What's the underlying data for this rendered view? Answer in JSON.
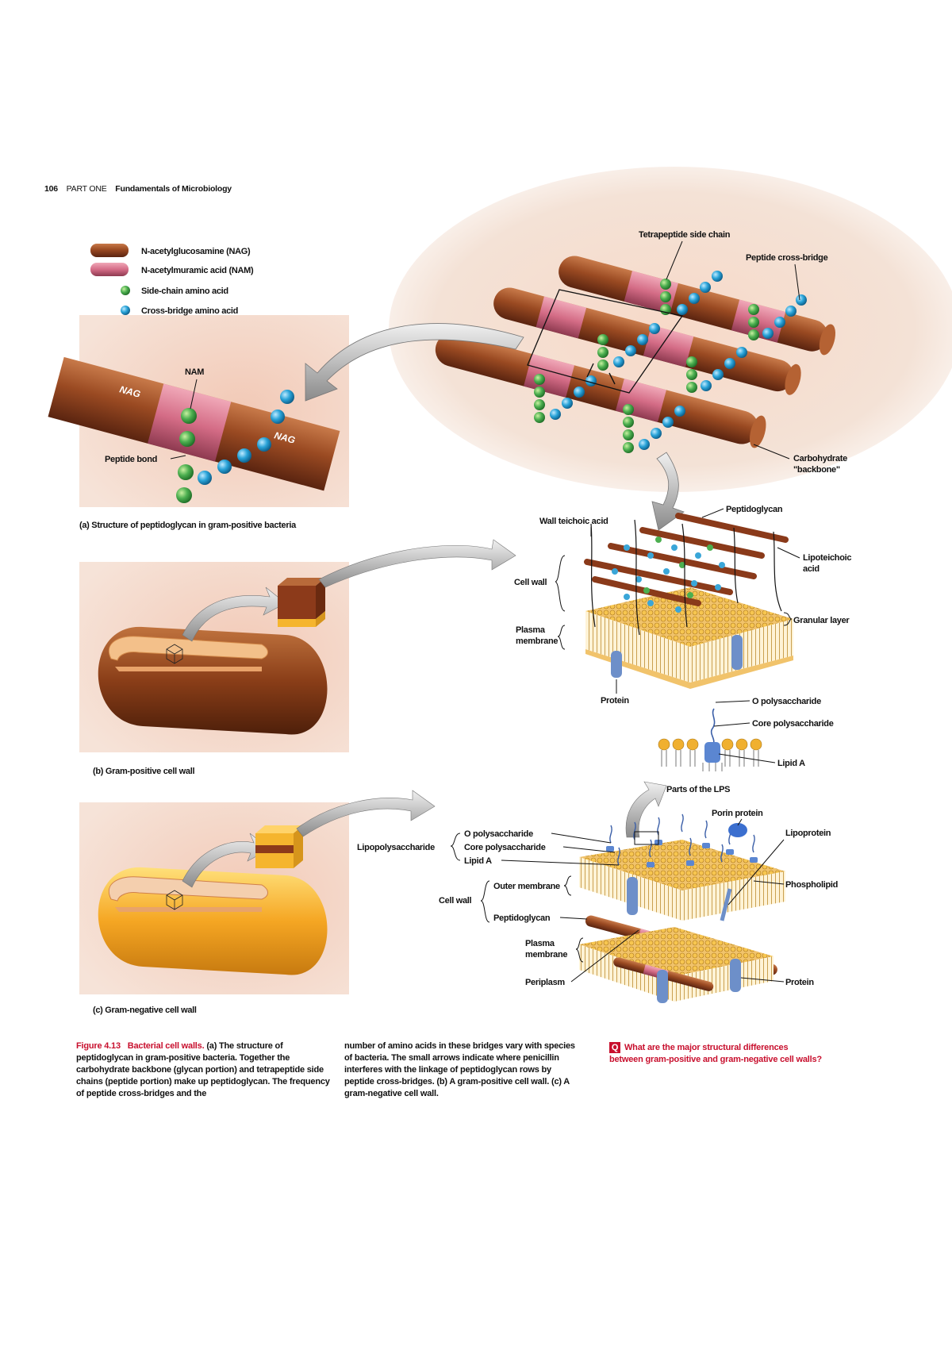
{
  "header": {
    "page_number": "106",
    "part": "PART ONE",
    "book_title": "Fundamentals of Microbiology"
  },
  "legend": [
    {
      "label": "N-acetylglucosamine (NAG)",
      "color": "#a0522d"
    },
    {
      "label": "N-acetylmuramic acid (NAM)",
      "color": "#d9708a"
    },
    {
      "label": "Side-chain amino acid",
      "color": "#4caf50"
    },
    {
      "label": "Cross-bridge amino acid",
      "color": "#29a3d8"
    }
  ],
  "panel_a": {
    "nam_label": "NAM",
    "nag_left": "NAG",
    "nag_right": "NAG",
    "peptide_bond": "Peptide bond",
    "caption": "(a) Structure of peptidoglycan in gram-positive bacteria"
  },
  "panel_top": {
    "tetrapeptide": "Tetrapeptide side chain",
    "crossbridge": "Peptide cross-bridge",
    "carbohydrate_1": "Carbohydrate",
    "carbohydrate_2": "\"backbone\""
  },
  "panel_b": {
    "caption": "(b) Gram-positive cell wall",
    "wall_teichoic": "Wall teichoic acid",
    "peptidoglycan": "Peptidoglycan",
    "lipoteichoic_1": "Lipoteichoic",
    "lipoteichoic_2": "acid",
    "cell_wall": "Cell wall",
    "granular": "Granular layer",
    "plasma_1": "Plasma",
    "plasma_2": "membrane",
    "protein": "Protein"
  },
  "lps": {
    "o_poly": "O polysaccharide",
    "core_poly": "Core polysaccharide",
    "lipid_a": "Lipid A",
    "parts": "Parts of the LPS"
  },
  "panel_c": {
    "caption": "(c) Gram-negative cell wall",
    "porin": "Porin protein",
    "lipoprotein": "Lipoprotein",
    "lipopolysaccharide": "Lipopolysaccharide",
    "o_poly": "O polysaccharide",
    "core_poly": "Core polysaccharide",
    "lipid_a": "Lipid A",
    "outer_membrane": "Outer membrane",
    "phospholipid": "Phospholipid",
    "cell_wall": "Cell wall",
    "peptidoglycan": "Peptidoglycan",
    "plasma_1": "Plasma",
    "plasma_2": "membrane",
    "periplasm": "Periplasm",
    "protein": "Protein"
  },
  "figure_caption": {
    "label": "Figure 4.13",
    "title": "Bacterial cell walls.",
    "col1": "(a) The structure of peptidoglycan in gram-positive bacteria. Together the carbohydrate backbone (glycan portion) and tetrapeptide side chains (peptide portion) make up peptidoglycan. The frequency of peptide cross-bridges and the",
    "col2": "number of amino acids in these bridges vary with species of bacteria. The small arrows indicate where penicillin interferes with the linkage of peptidoglycan rows by peptide cross-bridges. (b) A gram-positive cell wall. (c) A gram-negative cell wall."
  },
  "question": {
    "icon": "Q",
    "text": "What are the major structural differences between gram-positive and gram-negative cell walls?"
  }
}
